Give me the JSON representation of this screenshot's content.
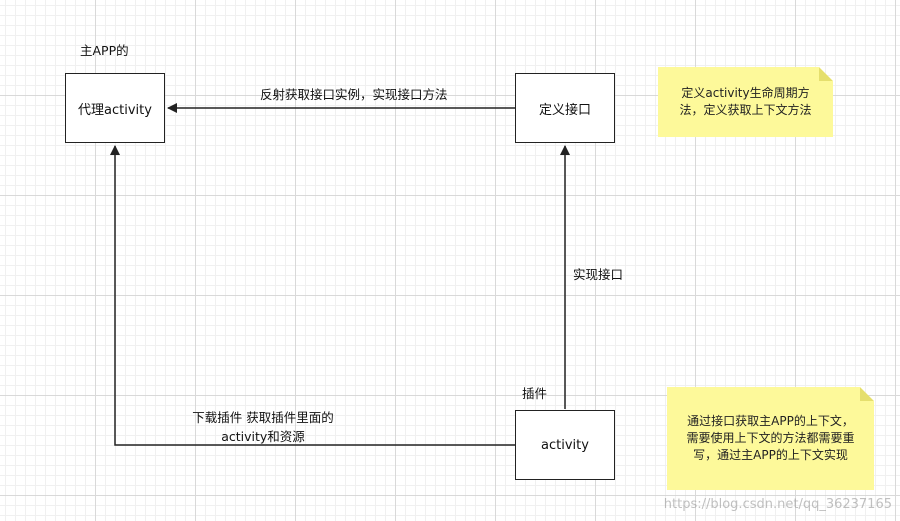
{
  "diagram": {
    "main_app_label": "主APP的",
    "plugin_label": "插件",
    "boxes": {
      "proxy_activity": "代理activity",
      "define_interface": "定义接口",
      "plugin_activity": "activity"
    },
    "edges": {
      "reflect": "反射获取接口实例，实现接口方法",
      "implement": "实现接口",
      "download_line1": "下载插件 获取插件里面的",
      "download_line2": "activity和资源"
    },
    "notes": {
      "lifecycle_line1": "定义activity生命周期方",
      "lifecycle_line2": "法，定义获取上下文方法",
      "context_line1": "通过接口获取主APP的上下文，",
      "context_line2": "需要使用上下文的方法都需要重",
      "context_line3": "写，通过主APP的上下文实现"
    }
  },
  "watermark": "https://blog.csdn.net/qq_36237165"
}
